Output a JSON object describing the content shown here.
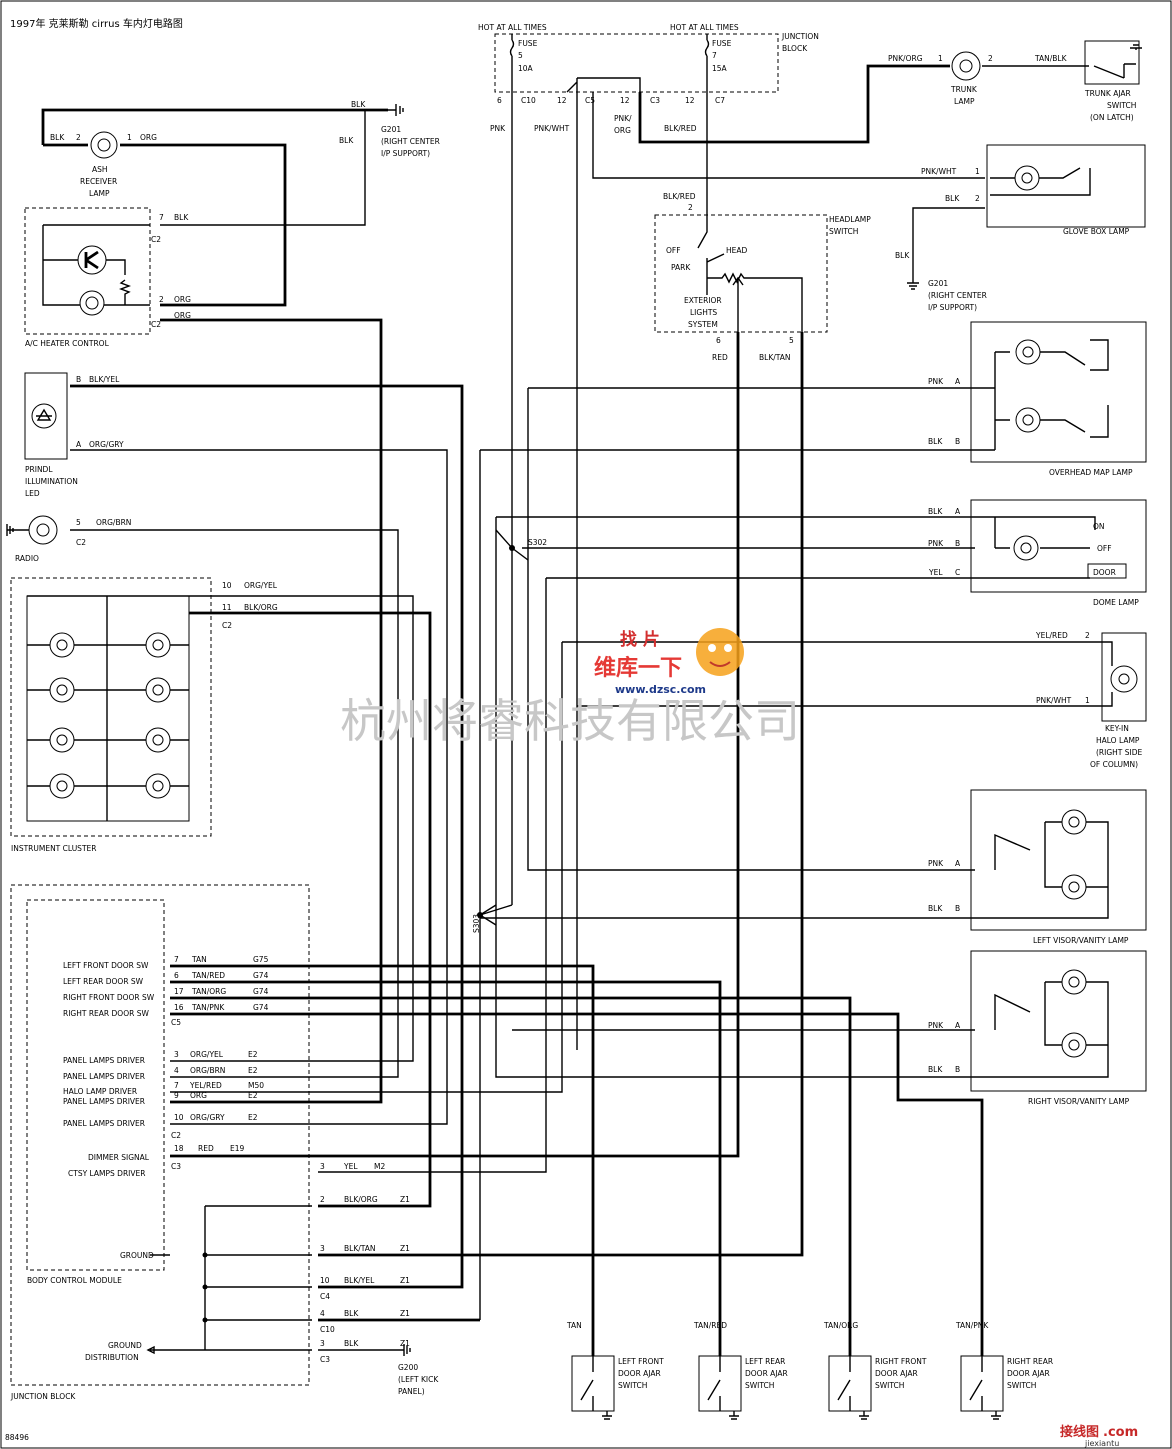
{
  "title": "1997年 克莱斯勒 cirrus 车内灯电路图",
  "figure_number": "88496",
  "watermarks": {
    "company": "杭州将睿科技有限公司",
    "logo_top": "找 片",
    "logo_mid": "维库一下",
    "logo_url": "www.dzsc.com",
    "corner_cn": "接线图",
    "corner_com": ".com",
    "corner_url": "jiexiantu"
  },
  "junction_block": {
    "hot1": "HOT AT ALL TIMES",
    "hot2": "HOT AT ALL TIMES",
    "fuse1": [
      "FUSE",
      "5",
      "10A"
    ],
    "fuse2": [
      "FUSE",
      "7",
      "15A"
    ],
    "label": [
      "JUNCTION",
      "BLOCK"
    ],
    "pins": [
      "6",
      "C10",
      "12",
      "C5",
      "12",
      "C3",
      "12",
      "C7"
    ],
    "wires": [
      "PNK",
      "PNK/WHT",
      "PNK/",
      "ORG",
      "BLK/RED"
    ]
  },
  "ground_g201_top": [
    "G201",
    "(RIGHT CENTER",
    "I/P SUPPORT)"
  ],
  "ground_g201_right": [
    "G201",
    "(RIGHT CENTER",
    "I/P SUPPORT)"
  ],
  "ground_g200": [
    "G200",
    "(LEFT KICK",
    "PANEL)"
  ],
  "ash_lamp": {
    "label": [
      "ASH",
      "RECEIVER",
      "LAMP"
    ],
    "w_left": "BLK",
    "p_left": "2",
    "p_right": "1",
    "w_right": "ORG",
    "w_top": "BLK",
    "w_down": "BLK"
  },
  "ac_heater": {
    "label": "A/C HEATER CONTROL",
    "p1": "7",
    "w1": "BLK",
    "c1": "C2",
    "p2": "2",
    "w2": "ORG",
    "c2": "C2",
    "w3": "ORG"
  },
  "prindl": {
    "label": [
      "PRINDL",
      "ILLUMINATION",
      "LED"
    ],
    "pB": "B",
    "wB": "BLK/YEL",
    "pA": "A",
    "wA": "ORG/GRY"
  },
  "radio": {
    "label": "RADIO",
    "pin": "5",
    "conn": "C2",
    "wire": "ORG/BRN"
  },
  "cluster": {
    "label": "INSTRUMENT CLUSTER",
    "p10": "10",
    "w10": "ORG/YEL",
    "p11": "11",
    "w11": "BLK/ORG",
    "conn": "C2"
  },
  "headlamp": {
    "label": [
      "HEADLAMP",
      "SWITCH"
    ],
    "wire_in": "BLK/RED",
    "pin_in": "2",
    "off": "OFF",
    "park": "PARK",
    "head": "HEAD",
    "ext": [
      "EXTERIOR",
      "LIGHTS",
      "SYSTEM"
    ],
    "p6": "6",
    "p5": "5",
    "w6": "RED",
    "w5": "BLK/TAN"
  },
  "trunk": {
    "wire_l": "PNK/ORG",
    "p1": "1",
    "p2": "2",
    "wire_r": "TAN/BLK",
    "lamp": [
      "TRUNK",
      "LAMP"
    ],
    "switch": [
      "TRUNK AJAR",
      "SWITCH",
      "(ON LATCH)"
    ]
  },
  "glove": {
    "label": "GLOVE BOX LAMP",
    "w1": "PNK/WHT",
    "p1": "1",
    "w2": "BLK",
    "p2": "2",
    "wg": "BLK"
  },
  "overhead": {
    "label": "OVERHEAD MAP LAMP",
    "wA": "PNK",
    "pA": "A",
    "wB": "BLK",
    "pB": "B"
  },
  "dome": {
    "label": "DOME LAMP",
    "wA": "BLK",
    "pA": "A",
    "wB": "PNK",
    "pB": "B",
    "wC": "YEL",
    "pC": "C",
    "on": "ON",
    "off": "OFF",
    "door": "DOOR"
  },
  "splices": {
    "s302": "S302",
    "s303": "S303"
  },
  "keyin": {
    "label": [
      "KEY-IN",
      "HALO LAMP",
      "(RIGHT SIDE",
      "OF COLUMN)"
    ],
    "w2": "YEL/RED",
    "p2": "2",
    "w1": "PNK/WHT",
    "p1": "1"
  },
  "left_visor": {
    "label": "LEFT VISOR/VANITY LAMP",
    "wA": "PNK",
    "pA": "A",
    "wB": "BLK",
    "pB": "B"
  },
  "right_visor": {
    "label": "RIGHT VISOR/VANITY LAMP",
    "wA": "PNK",
    "pA": "A",
    "wB": "BLK",
    "pB": "B"
  },
  "bcm": {
    "label": "BODY CONTROL MODULE",
    "rows": [
      {
        "name": "LEFT FRONT DOOR SW",
        "pin": "7",
        "wire": "TAN",
        "circ": "G75"
      },
      {
        "name": "LEFT REAR DOOR SW",
        "pin": "6",
        "wire": "TAN/RED",
        "circ": "G74"
      },
      {
        "name": "RIGHT FRONT DOOR SW",
        "pin": "17",
        "wire": "TAN/ORG",
        "circ": "G74"
      },
      {
        "name": "RIGHT REAR DOOR SW",
        "pin": "16",
        "wire": "TAN/PNK",
        "circ": "G74"
      }
    ],
    "c5": "C5",
    "panel_rows": [
      {
        "name": "PANEL LAMPS DRIVER",
        "pin": "3",
        "wire": "ORG/YEL",
        "circ": "E2"
      },
      {
        "name": "PANEL LAMPS DRIVER",
        "pin": "4",
        "wire": "ORG/BRN",
        "circ": "E2"
      },
      {
        "name": "HALO LAMP DRIVER",
        "pin": "7",
        "wire": "YEL/RED",
        "circ": "M50"
      },
      {
        "name": "PANEL LAMPS DRIVER",
        "pin": "9",
        "wire": "ORG",
        "circ": "E2"
      },
      {
        "name": "PANEL LAMPS DRIVER",
        "pin": "10",
        "wire": "ORG/GRY",
        "circ": "E2"
      }
    ],
    "c2": "C2",
    "dimmer": {
      "name": "DIMMER SIGNAL",
      "pin": "18",
      "wire": "RED",
      "circ": "E19"
    },
    "c3": "C3",
    "ctsy": {
      "name": "CTSY LAMPS DRIVER",
      "pin": "3",
      "wire": "YEL",
      "circ": "M2"
    },
    "ground": "GROUND"
  },
  "jblock_bottom": {
    "label": "JUNCTION BLOCK",
    "ground_dist": [
      "GROUND",
      "DISTRIBUTION"
    ],
    "rows": [
      {
        "pin": "2",
        "wire": "BLK/ORG",
        "circ": "Z1",
        "conn": ""
      },
      {
        "pin": "3",
        "wire": "BLK/TAN",
        "circ": "Z1",
        "conn": ""
      },
      {
        "pin": "10",
        "wire": "BLK/YEL",
        "circ": "Z1",
        "conn": "C4"
      },
      {
        "pin": "4",
        "wire": "BLK",
        "circ": "Z1",
        "conn": "C10"
      },
      {
        "pin": "3",
        "wire": "BLK",
        "circ": "Z1",
        "conn": "C3"
      }
    ]
  },
  "door_switches": [
    {
      "wire": "TAN",
      "label": [
        "LEFT FRONT",
        "DOOR AJAR",
        "SWITCH"
      ]
    },
    {
      "wire": "TAN/RED",
      "label": [
        "LEFT REAR",
        "DOOR AJAR",
        "SWITCH"
      ]
    },
    {
      "wire": "TAN/ORG",
      "label": [
        "RIGHT FRONT",
        "DOOR AJAR",
        "SWITCH"
      ]
    },
    {
      "wire": "TAN/PNK",
      "label": [
        "RIGHT REAR",
        "DOOR AJAR",
        "SWITCH"
      ]
    }
  ]
}
